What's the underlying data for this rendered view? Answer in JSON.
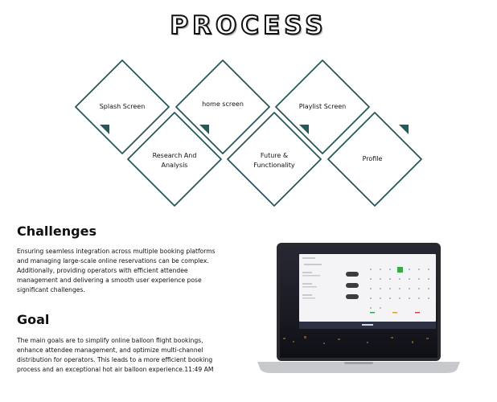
{
  "header": {
    "title": "PROCESS"
  },
  "process_steps": {
    "top": [
      "Splash Screen",
      "home screen",
      "Playlist Screen"
    ],
    "bottom": [
      [
        "Research And",
        "Analysis"
      ],
      [
        "Future &",
        "Functionality"
      ],
      [
        "Profile"
      ]
    ]
  },
  "challenges": {
    "heading": "Challenges",
    "lines": [
      "Ensuring seamless integration across multiple booking platforms",
      "and managing large-scale online reservations can be complex.",
      "Additionally, providing operators with efficient attendee",
      "management and delivering a smooth user experience pose",
      "significant challenges."
    ]
  },
  "goal": {
    "heading": "Goal",
    "lines": [
      "The main goals are to simplify online balloon flight bookings,",
      "enhance attendee management, and optimize multi-channel",
      "distribution for operators. This leads to a more efficient booking",
      "process and an exceptional hot air balloon experience.11:49 AM"
    ]
  },
  "colors": {
    "outline": "#27585a",
    "accent_green": "#3aa94a",
    "laptop_frame": "#2a2a2e",
    "screen_bg": "#1b1c24"
  }
}
